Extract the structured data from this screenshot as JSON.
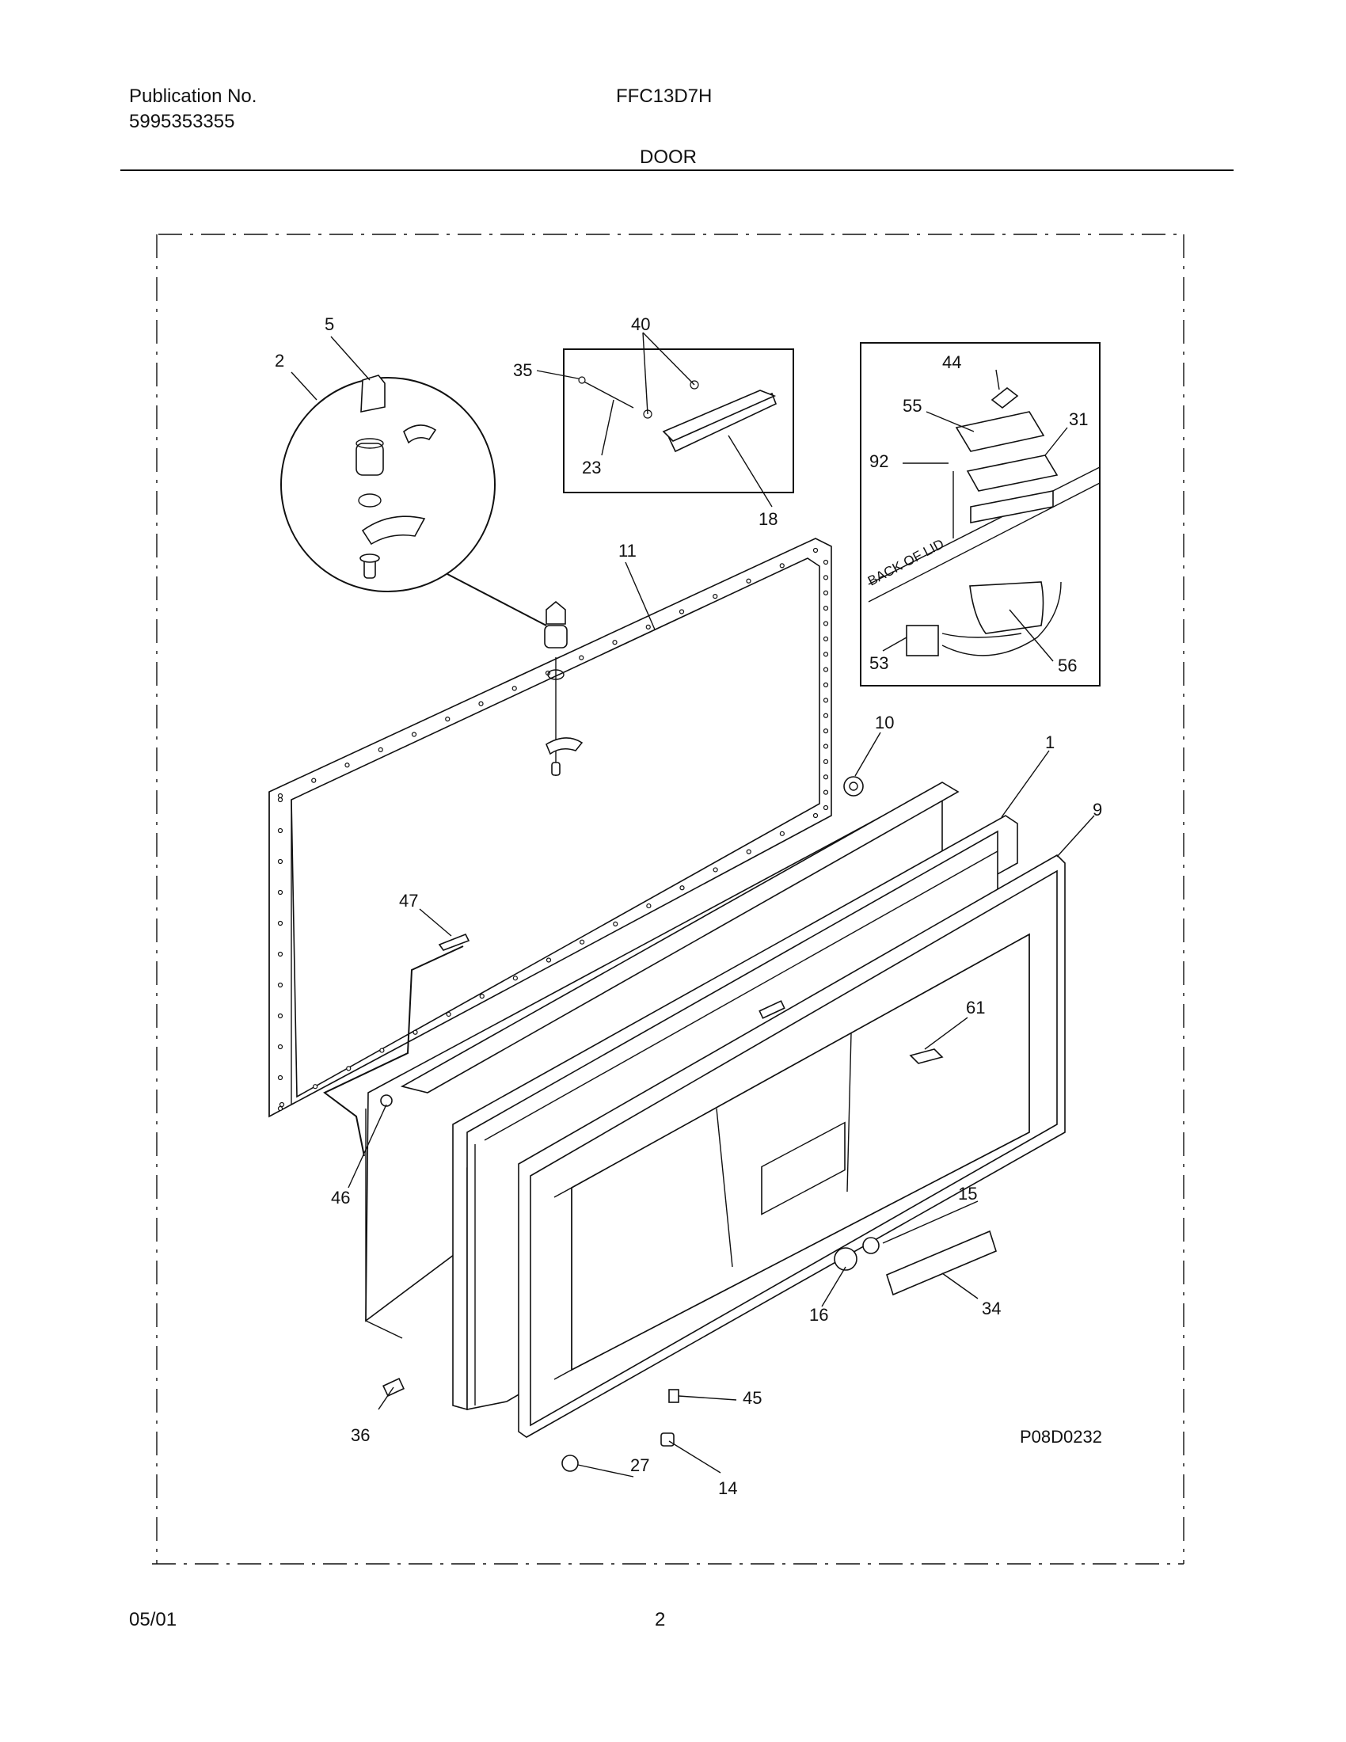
{
  "header": {
    "publication_label": "Publication No.",
    "publication_number": "5995353355",
    "model": "FFC13D7H",
    "section": "DOOR"
  },
  "diagram": {
    "inset_text": "BACK OF LID",
    "figure_id": "P08D0232",
    "callouts": {
      "c1": "1",
      "c2": "2",
      "c5": "5",
      "c9": "9",
      "c10": "10",
      "c11": "11",
      "c14": "14",
      "c15": "15",
      "c16": "16",
      "c18": "18",
      "c23": "23",
      "c27": "27",
      "c31": "31",
      "c34": "34",
      "c35": "35",
      "c36": "36",
      "c40": "40",
      "c44": "44",
      "c45": "45",
      "c46": "46",
      "c47": "47",
      "c53": "53",
      "c55": "55",
      "c56": "56",
      "c61": "61",
      "c92": "92"
    }
  },
  "footer": {
    "date": "05/01",
    "page": "2"
  }
}
